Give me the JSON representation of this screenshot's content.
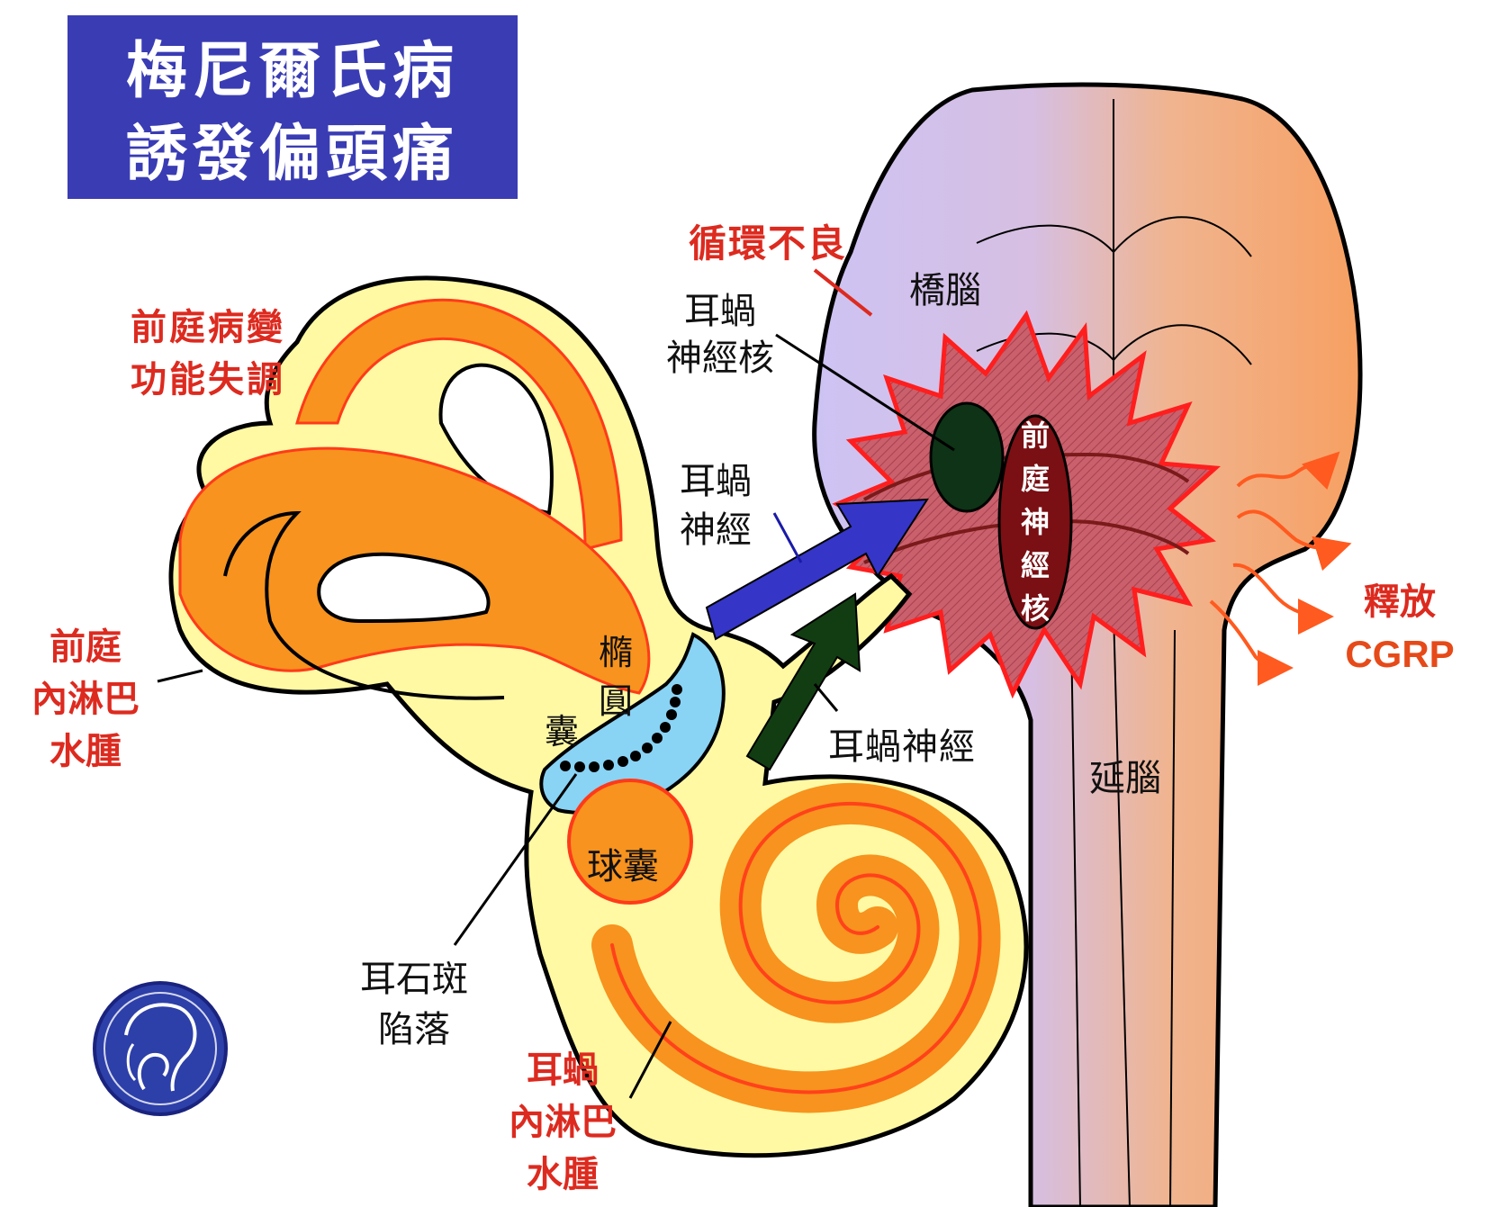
{
  "title": {
    "line1": "梅尼爾氏病",
    "line2": "誘發偏頭痛"
  },
  "labels": {
    "poor_circulation": "循環不良",
    "pons": "橋腦",
    "cochlear_nucleus_l1": "耳蝸",
    "cochlear_nucleus_l2": "神經核",
    "cochlear_nerve_top_l1": "耳蝸",
    "cochlear_nerve_top_l2": "神經",
    "vestibular_nucleus_chars": [
      "前",
      "庭",
      "神",
      "經",
      "核"
    ],
    "vestibular_lesion_l1": "前庭病變",
    "vestibular_lesion_l2": "功能失調",
    "vestibular_hydrops_l1": "前庭",
    "vestibular_hydrops_l2": "內淋巴",
    "vestibular_hydrops_l3": "水腫",
    "utricle_col1": "囊",
    "utricle_col2_top": "橢",
    "utricle_col2_bottom": "圓",
    "saccule": "球囊",
    "cochlear_nerve_bottom": "耳蝸神經",
    "medulla": "延腦",
    "otolith_l1": "耳石斑",
    "otolith_l2": "陷落",
    "cochlear_hydrops_l1": "耳蝸",
    "cochlear_hydrops_l2": "內淋巴",
    "cochlear_hydrops_l3": "水腫",
    "release_l1": "釋放",
    "release_l2": "CGRP"
  },
  "colors": {
    "title_bg": "#3a3cb4",
    "red_text": "#dd2a1f",
    "cgrp_text": "#e64a19",
    "endolymph_orange": "#f7931e",
    "perilymph_yellow": "#fff9a3",
    "utricle_blue": "#89d3f5",
    "vestibular_nucleus": "#7a0f14",
    "cochlear_nucleus": "#0e3316",
    "arrow_blue": "#3535c8",
    "arrow_green": "#123d12"
  },
  "logo": {
    "name": "brain-ear-logo"
  }
}
